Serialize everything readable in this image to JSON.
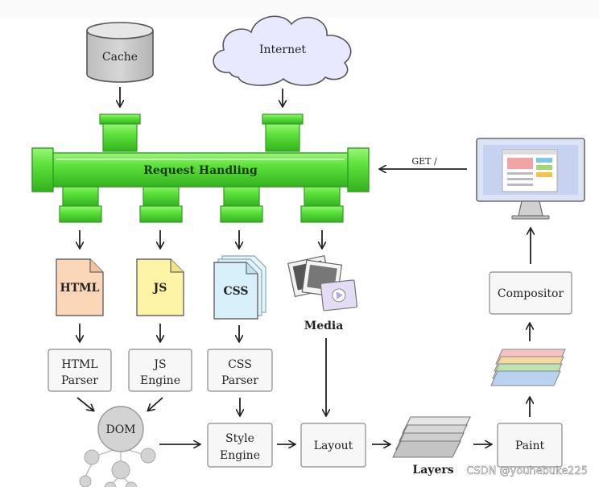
{
  "sources": {
    "cache": "Cache",
    "internet": "Internet"
  },
  "pipe": {
    "label": "Request Handling"
  },
  "request": {
    "label": "GET /"
  },
  "files": {
    "html": "HTML",
    "js": "JS",
    "css": "CSS"
  },
  "media": "Media",
  "boxes": {
    "html_parser": [
      "HTML",
      "Parser"
    ],
    "js_engine": [
      "JS",
      "Engine"
    ],
    "css_parser": [
      "CSS",
      "Parser"
    ],
    "style_engine": [
      "Style",
      "Engine"
    ],
    "layout": "Layout",
    "paint": "Paint",
    "compositor": "Compositor"
  },
  "dom": "DOM",
  "layers": "Layers",
  "watermark": "CSDN @youhebuke225",
  "colors": {
    "pipe_green": "#5fe43c",
    "pipe_dark": "#2f9e1e",
    "html_file": "#fbd7b8",
    "js_file": "#fdf4a6",
    "css_file": "#d8f0fa",
    "box_fill": "#f7f7f7",
    "box_stroke": "#8a8a8a"
  }
}
